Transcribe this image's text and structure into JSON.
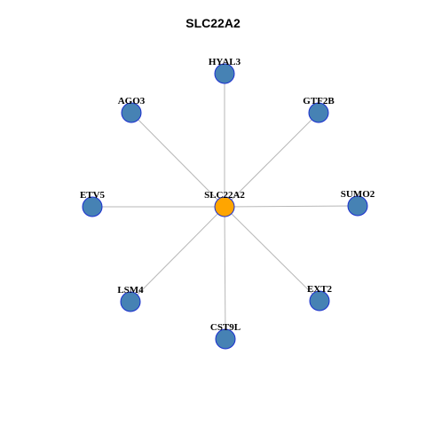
{
  "title": "SLC22A2",
  "colors": {
    "center_node": "#ffa500",
    "leaf_node": "#4682b4",
    "node_border": "#1a2fcf",
    "edge": "#b7b7b7"
  },
  "network": {
    "center": {
      "label": "SLC22A2"
    },
    "leaves": [
      {
        "label": "HYAL3"
      },
      {
        "label": "GTF2B"
      },
      {
        "label": "SUMO2"
      },
      {
        "label": "EXT2"
      },
      {
        "label": "CST9L"
      },
      {
        "label": "LSM4"
      },
      {
        "label": "ETV5"
      },
      {
        "label": "AGO3"
      }
    ]
  }
}
